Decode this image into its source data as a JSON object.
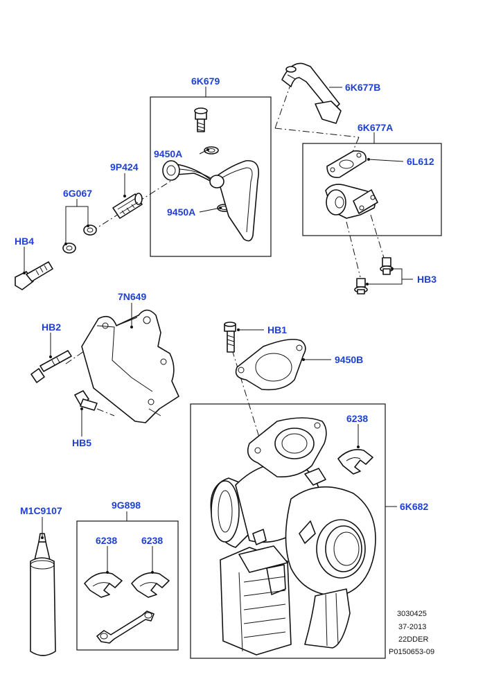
{
  "callouts": {
    "c6K679": "6K679",
    "c6K677B": "6K677B",
    "c6K677A": "6K677A",
    "c9450A_1": "9450A",
    "c9450A_2": "9450A",
    "c9P424": "9P424",
    "c6G067": "6G067",
    "cHB4": "HB4",
    "c6L612": "6L612",
    "cHB3": "HB3",
    "c7N649": "7N649",
    "cHB2": "HB2",
    "cHB1": "HB1",
    "c9450B": "9450B",
    "cHB5": "HB5",
    "c6238_a": "6238",
    "c6K682": "6K682",
    "cM1C9107": "M1C9107",
    "c9G898": "9G898",
    "c6238_b": "6238",
    "c6238_c": "6238"
  },
  "reference": {
    "line1": "3030425",
    "line2": "37-2013",
    "line3": "22DDER",
    "line4": "P0150653-09"
  },
  "colors": {
    "callout": "#1d3fd8",
    "line": "#111111"
  }
}
